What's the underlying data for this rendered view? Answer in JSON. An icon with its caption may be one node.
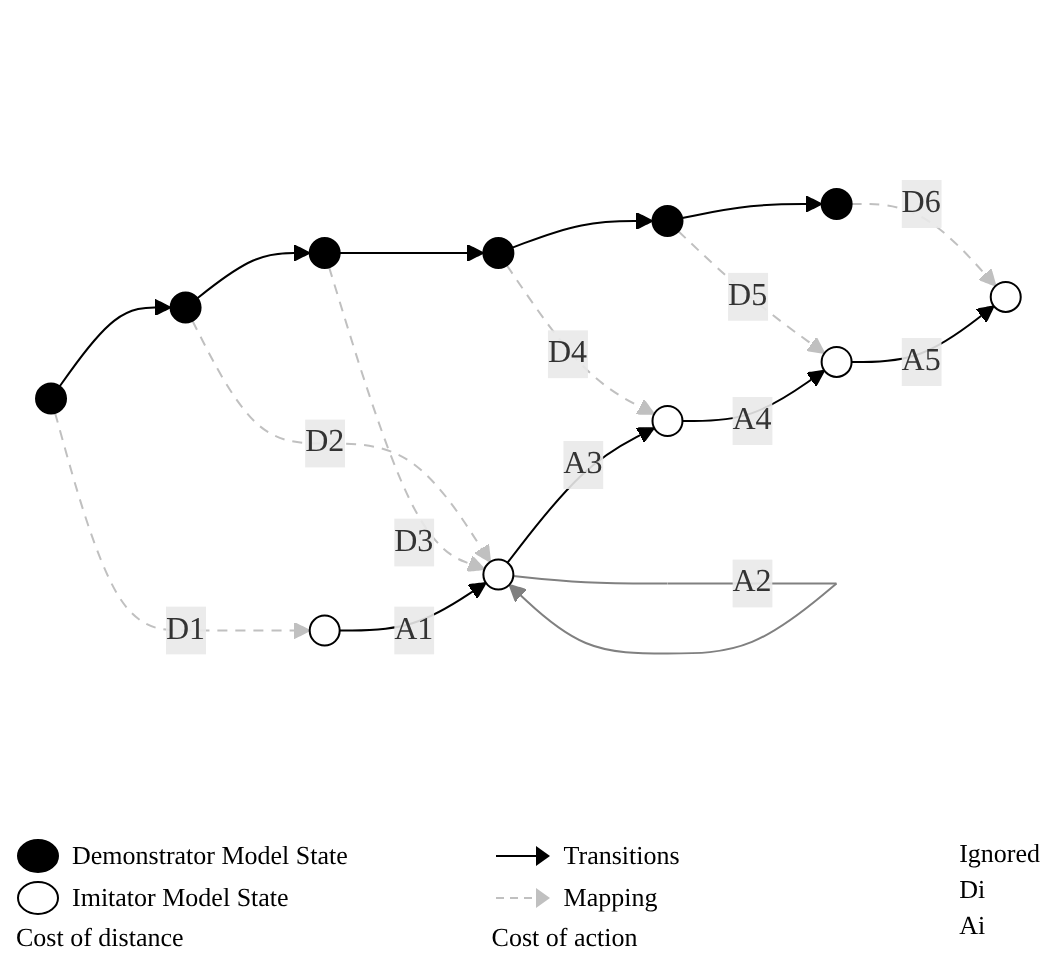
{
  "diagram": {
    "nodes": [
      {
        "text": [],
        "shape": "circle"
      },
      {
        "text": [],
        "shape": "circle"
      },
      {
        "text": [],
        "shape": "circle"
      },
      {
        "text": [],
        "shape": "circle"
      },
      {
        "text": [],
        "shape": "circle"
      },
      {
        "text": [],
        "shape": "circle"
      },
      {
        "text": [],
        "shape": "circle"
      },
      {
        "text": [],
        "shape": "circle"
      },
      {
        "text": [],
        "shape": "circle"
      },
      {
        "text": [],
        "shape": "circle"
      },
      {
        "text": [],
        "shape": "circle"
      }
    ],
    "edges": [
      {
        "from": 0,
        "to": 1,
        "arrow": "to"
      },
      {
        "from": 1,
        "to": 2,
        "arrow": "to"
      },
      {
        "from": 2,
        "to": 3,
        "arrow": "to"
      },
      {
        "from": 3,
        "to": 4,
        "arrow": "to"
      },
      {
        "from": 4,
        "to": 5,
        "arrow": "to"
      },
      {
        "from": 0,
        "to": 6,
        "arrow": "to",
        "label": "D1",
        "style": "dashed",
        "color": "#c0c0c0"
      },
      {
        "from": 1,
        "to": 7,
        "arrow": "to",
        "label": "D2",
        "style": "dashed",
        "color": "#c0c0c0"
      },
      {
        "from": 2,
        "to": 7,
        "arrow": "to",
        "label": "D3",
        "style": "dashed",
        "color": "#c0c0c0"
      },
      {
        "from": 3,
        "to": 8,
        "arrow": "to",
        "label": "D4",
        "style": "dashed",
        "color": "#c0c0c0"
      },
      {
        "from": 4,
        "to": 10,
        "arrow": "to",
        "label": "D5",
        "style": "dashed",
        "color": "#c0c0c0"
      },
      {
        "from": 5,
        "to": 9,
        "arrow": "to",
        "label": "D6",
        "style": "dashed",
        "color": "#c0c0c0"
      },
      {
        "from": 6,
        "to": 7,
        "arrow": "to",
        "label": "A1"
      },
      {
        "from": 7,
        "to": 7,
        "arrow": "to",
        "label": "A2",
        "color": "#808080"
      },
      {
        "from": 7,
        "to": 8,
        "arrow": "to",
        "label": "A3"
      },
      {
        "from": 8,
        "to": 10,
        "arrow": "to",
        "label": "A4"
      },
      {
        "from": 10,
        "to": 9,
        "arrow": "to",
        "label": "A5"
      }
    ],
    "labels": [
      "Ignored",
      "Di",
      "Ai"
    ],
    "legend": [
      {
        "text": "Demonstrator Model State"
      },
      {
        "text": "Transitions"
      },
      {
        "text": "Imitator Model State"
      },
      {
        "text": "Mapping"
      },
      {
        "text": "Cost of distance"
      },
      {
        "text": "Cost of action"
      }
    ]
  }
}
